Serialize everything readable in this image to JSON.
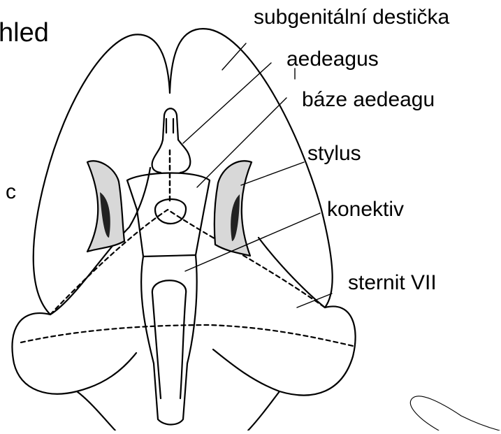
{
  "figure": {
    "heading_fragment": "hled",
    "panel_letter": "c",
    "labels": {
      "subgenitalni": "subgenitální destička",
      "aedeagus": "aedeagus",
      "baze": "báze aedeagu",
      "stylus": "stylus",
      "konektiv": "konektiv",
      "sternit": "sternit VII"
    },
    "colors": {
      "ink": "#000000",
      "stipple": "#d8d8d8",
      "dark_patch": "#222222"
    }
  }
}
